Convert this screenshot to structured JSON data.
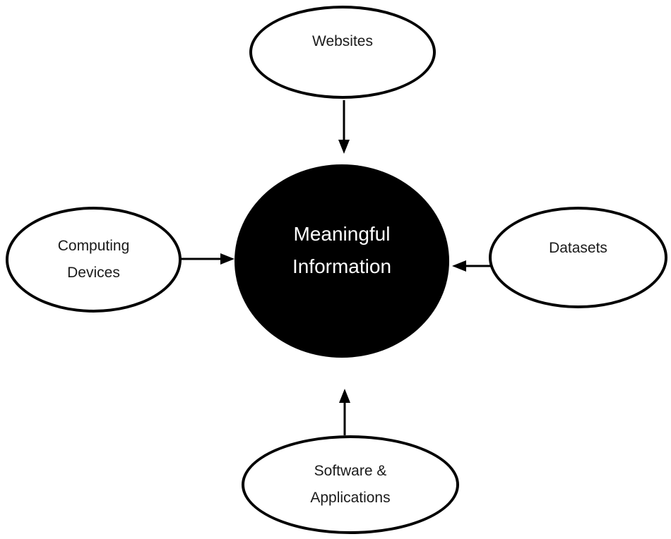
{
  "diagram": {
    "type": "concept-diagram",
    "center": {
      "line1": "Meaningful",
      "line2": "Information"
    },
    "nodes": {
      "websites": {
        "label": "Websites"
      },
      "computing": {
        "line1": "Computing",
        "line2": "Devices"
      },
      "datasets": {
        "label": "Datasets"
      },
      "software": {
        "line1": "Software &",
        "line2": "Applications"
      }
    },
    "arrows": [
      {
        "from": "websites",
        "to": "center",
        "direction": "down"
      },
      {
        "from": "computing",
        "to": "center",
        "direction": "right"
      },
      {
        "from": "datasets",
        "to": "center",
        "direction": "left"
      },
      {
        "from": "software",
        "to": "center",
        "direction": "up"
      }
    ],
    "colors": {
      "background": "#ffffff",
      "node_fill": "#ffffff",
      "node_stroke": "#000000",
      "arrow": "#000000",
      "center_fill": "#000000",
      "center_text": "#ffffff",
      "label_text": "#1a1a1a"
    }
  }
}
